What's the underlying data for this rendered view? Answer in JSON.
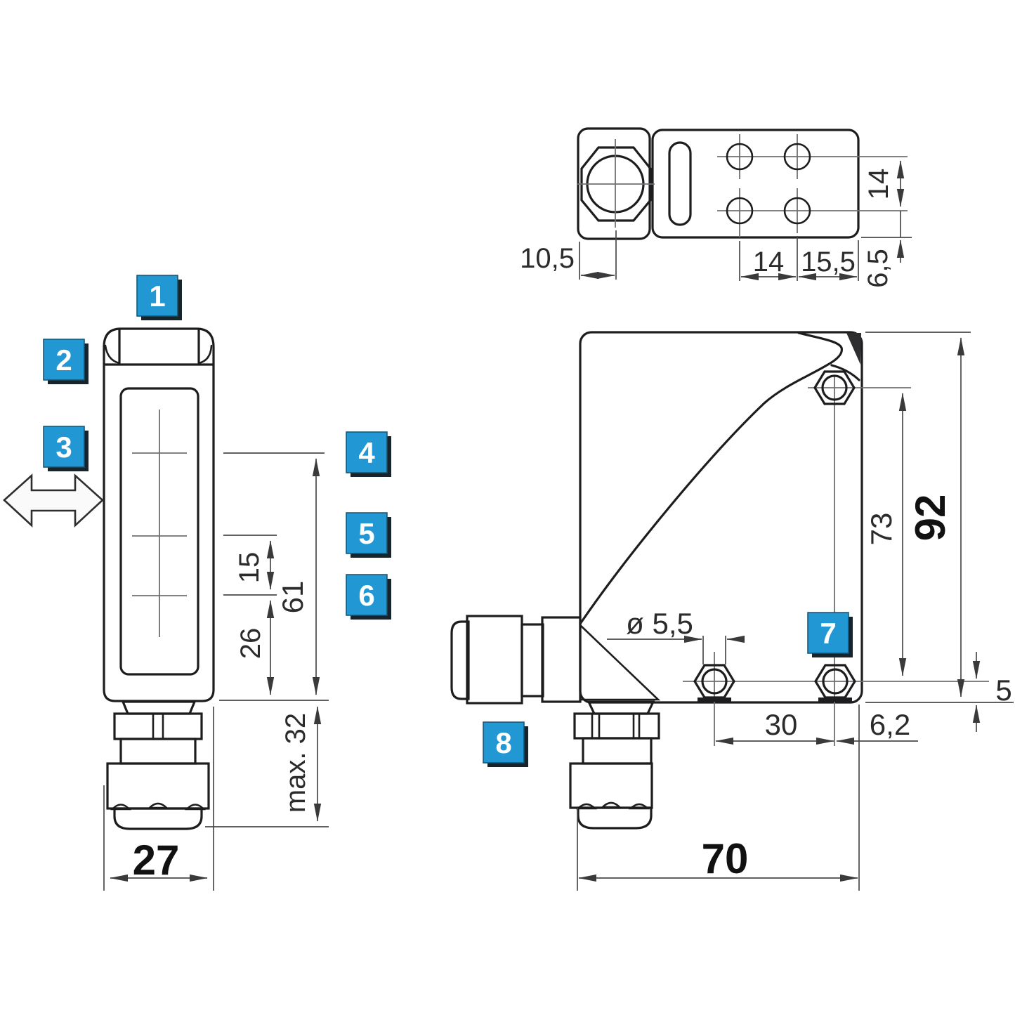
{
  "drawing": {
    "title": "sensor-dimensional-drawing",
    "callouts": [
      "1",
      "2",
      "3",
      "4",
      "5",
      "6",
      "7",
      "8"
    ],
    "front_view": {
      "body_width": "27",
      "window_top_to_bottom": "61",
      "cross_spacing": "15",
      "lower_cross_to_bottom": "26",
      "cable_gland_length": "max. 32"
    },
    "top_view": {
      "lens_offset": "10,5",
      "hole_pitch_horizontal": "14",
      "hole_to_right_edge": "15,5",
      "hole_pitch_vertical": "14",
      "hole_row_to_edge": "6,5"
    },
    "side_view": {
      "body_width": "70",
      "body_height": "92",
      "upper_hole_height": "73",
      "hole_diameter": "ø 5,5",
      "lower_hole_pitch": "30",
      "hole_to_edge": "6,2",
      "hole_center_to_bottom": "5"
    },
    "colors": {
      "accent_blue": "#2197d3",
      "callout_shadow": "#18242b",
      "body_fill": "#e9ebec",
      "knurl_fill": "#a7aaac",
      "outline": "#1d1d1f"
    }
  }
}
